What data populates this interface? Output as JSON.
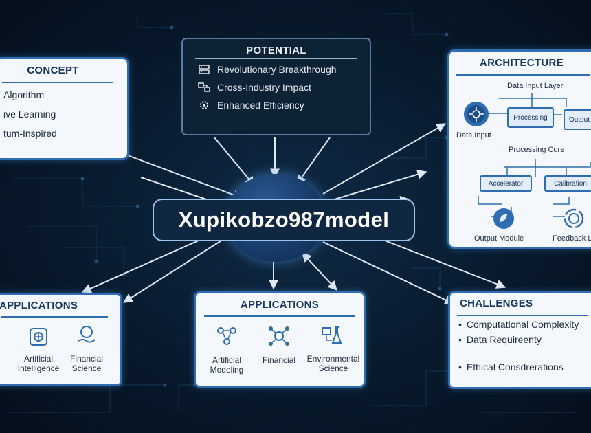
{
  "center": {
    "label": "Xupikobzo987model"
  },
  "concept": {
    "title": "CONCEPT",
    "items": [
      "Algorithm",
      "ive Learning",
      "tum-Inspired"
    ]
  },
  "potential": {
    "title": "POTENTIAL",
    "items": [
      {
        "icon": "server-icon",
        "label": "Revolutionary Breakthrough"
      },
      {
        "icon": "network-icon",
        "label": "Cross-Industry Impact"
      },
      {
        "icon": "gear-icon",
        "label": "Enhanced Efficiency"
      }
    ]
  },
  "architecture": {
    "title": "ARCHITECTURE",
    "input_layer": "Data Input Layer",
    "data_input": "Data Input",
    "processing": "Processing",
    "output_box": "Output M",
    "processing_core": "Processing Core",
    "box_left": "Accelerator",
    "box_right": "Calibration",
    "output_module": "Output Module",
    "feedback": "Feedback Lo"
  },
  "applications_left": {
    "title": "APPLICATIONS",
    "items": [
      {
        "icon": "brain-chip-icon",
        "label": "Artificial Intelligence"
      },
      {
        "icon": "globe-hand-icon",
        "label": "Financial Science"
      }
    ]
  },
  "applications_center": {
    "title": "APPLICATIONS",
    "items": [
      {
        "icon": "molecule-icon",
        "label": "Artificial Modeling"
      },
      {
        "icon": "network-nodes-icon",
        "label": "Financial"
      },
      {
        "icon": "lab-flask-icon",
        "label": "Environmental Science"
      }
    ]
  },
  "challenges": {
    "title": "CHALLENGES",
    "items": [
      "Computational Complexity",
      "Data Requireenty",
      "Ethical Consdrerations"
    ]
  },
  "colors": {
    "accent": "#2f6db0",
    "background": "#081a2d",
    "card": "#f4f7fb"
  }
}
